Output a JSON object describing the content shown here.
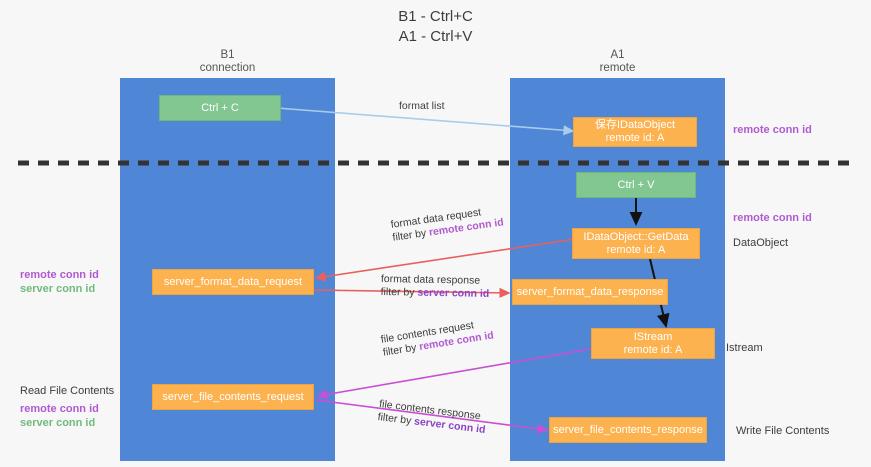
{
  "title": {
    "line1": "B1 - Ctrl+C",
    "line2": "A1 - Ctrl+V"
  },
  "lanes": [
    {
      "id": "b1",
      "name": "B1",
      "role": "connection",
      "color": "#4f86d6"
    },
    {
      "id": "a1",
      "name": "A1",
      "role": "remote",
      "color": "#4f86d6"
    }
  ],
  "boxes": {
    "ctrl_c": "Ctrl + C",
    "ctrl_v": "Ctrl + V",
    "save_idataobject_l1": "保存IDataObject",
    "save_idataobject_l2": "remote id: A",
    "getdata_l1": "IDataObject::GetData",
    "getdata_l2": "remote id: A",
    "istream_l1": "IStream",
    "istream_l2": "remote id: A",
    "server_format_data_request": "server_format_data_request",
    "server_format_data_response": "server_format_data_response",
    "server_file_contents_request": "server_file_contents_request",
    "server_file_contents_response": "server_file_contents_response"
  },
  "arrow_labels": {
    "format_list": "format list",
    "format_data_request": "format data request",
    "format_data_request_filter_prefix": "filter by ",
    "format_data_request_filter_key": "remote conn id",
    "format_data_response": "format data response",
    "format_data_response_filter_prefix": "filter by ",
    "format_data_response_filter_key": "server conn id",
    "file_contents_request": "file contents request",
    "file_contents_request_filter_prefix": "filter by ",
    "file_contents_request_filter_key": "remote conn id",
    "file_contents_response": "file contents response",
    "file_contents_response_filter_prefix": "filter by ",
    "file_contents_response_filter_key": "server conn id"
  },
  "left_notes": {
    "remote_conn_id": "remote conn id",
    "server_conn_id": "server conn id",
    "read_file_contents": "Read File Contents",
    "remote_conn_id_2": "remote conn id",
    "server_conn_id_2": "server conn id"
  },
  "right_notes": {
    "remote_conn_id_top": "remote conn id",
    "remote_conn_id_mid": "remote conn id",
    "dataobject": "DataObject",
    "istream": "Istream",
    "write_file_contents": "Write File Contents"
  },
  "colors": {
    "lane": "#4f86d6",
    "green_box": "#82c791",
    "orange_box": "#fcb24f",
    "purple_text": "#b15ad1",
    "green_text": "#6fbb7e",
    "red_arrow": "#e8605d",
    "magenta_arrow": "#c94fd4",
    "blue_arrow": "#a8cdea",
    "divider": "#333333"
  }
}
